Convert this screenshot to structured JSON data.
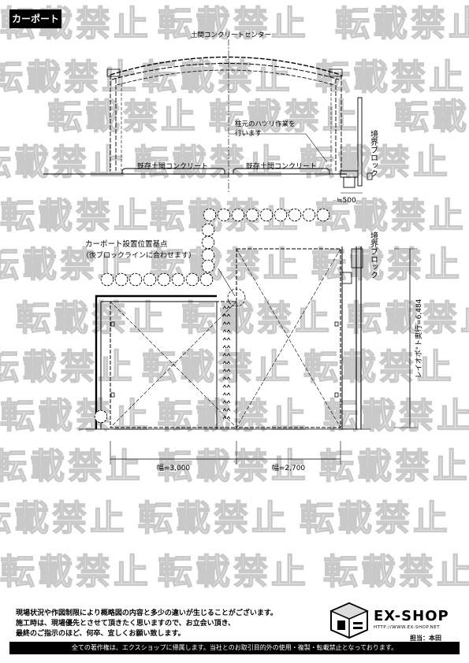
{
  "title": "カーポート",
  "watermark_text": "転載禁止",
  "labels": {
    "concrete_center": "土間コンクリートセンター",
    "existing_concrete_left": "既存土間コンクリート",
    "existing_concrete_right": "既存土間コンクリート",
    "chipping_note_line1": "柱元のハツリ作業を",
    "chipping_note_line2": "行います",
    "boundary_block_top": "境界ブロック",
    "dim_500": "≒500",
    "boundary_block_plan": "境界ブロック",
    "reference_point_line1": "カーポート設置位置基点",
    "reference_point_line2": "（後ブロックラインに合わせます）",
    "depth_dimension": "レイオポ°ト奥行=6,484",
    "width_left": "幅=3,000",
    "width_right": "幅=2,700"
  },
  "notes": [
    "現場状況や作図制限により概略図の内容と多少の違いが生じることがございます。",
    "施工時は、現場優先とさせて頂きたく思いますので、お立会い頂き、",
    "最終のご指示のほど、何卒、宜しくお願い致します。"
  ],
  "brand": {
    "name": "EX-SHOP",
    "url": "HTTP://WWW.EX-SHOP.NET",
    "person": "担当：本田"
  },
  "footer": "全ての著作権は、エクスショップに帰属します。当社とのお取引目的外の使用・複製・転載禁止となっております。"
}
